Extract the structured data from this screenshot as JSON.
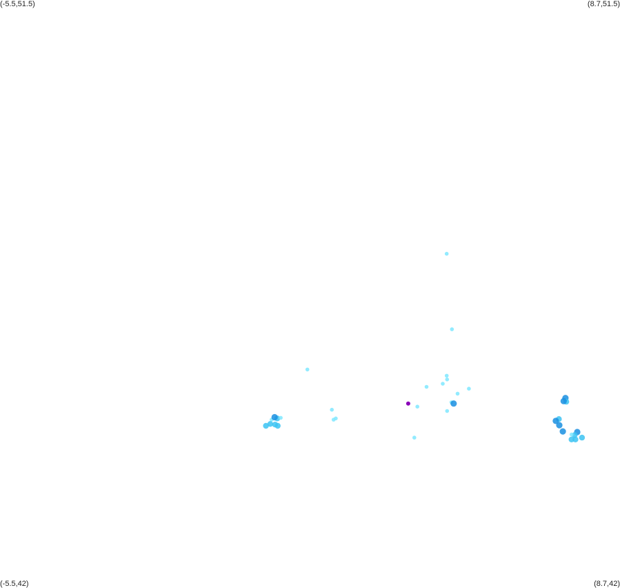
{
  "corners": {
    "top_left": "(-5.5,51.5)",
    "top_right": "(8.7,51.5)",
    "bottom_left": "(-5.5,42)",
    "bottom_right": "(8.7,42)"
  },
  "extent": {
    "lon_min": -5.5,
    "lon_max": 8.7,
    "lat_min": 42,
    "lat_max": 51.5
  },
  "colors": {
    "background": "#ffffff",
    "light": "#7fe8ff",
    "medium": "#3cc3f2",
    "dark": "#1a8fe0",
    "outlier": "#8a00b8"
  },
  "points": [
    {
      "lon": 4.73,
      "lat": 47.4,
      "tone": "light"
    },
    {
      "lon": 4.85,
      "lat": 46.18,
      "tone": "light"
    },
    {
      "lon": 1.54,
      "lat": 45.53,
      "tone": "light"
    },
    {
      "lon": 4.73,
      "lat": 45.43,
      "tone": "light"
    },
    {
      "lon": 4.74,
      "lat": 45.37,
      "tone": "light"
    },
    {
      "lon": 4.64,
      "lat": 45.3,
      "tone": "light"
    },
    {
      "lon": 4.27,
      "lat": 45.25,
      "tone": "light"
    },
    {
      "lon": 5.24,
      "lat": 45.22,
      "tone": "light"
    },
    {
      "lon": 4.98,
      "lat": 45.14,
      "tone": "light"
    },
    {
      "lon": 4.84,
      "lat": 45.0,
      "tone": "light"
    },
    {
      "lon": 4.89,
      "lat": 44.98,
      "tone": "dark"
    },
    {
      "lon": 3.85,
      "lat": 44.98,
      "tone": "outlier"
    },
    {
      "lon": 4.06,
      "lat": 44.93,
      "tone": "light"
    },
    {
      "lon": 2.1,
      "lat": 44.88,
      "tone": "light"
    },
    {
      "lon": 4.74,
      "lat": 44.86,
      "tone": "light"
    },
    {
      "lon": 2.19,
      "lat": 44.74,
      "tone": "light"
    },
    {
      "lon": 2.14,
      "lat": 44.72,
      "tone": "light"
    },
    {
      "lon": 3.99,
      "lat": 44.43,
      "tone": "light"
    },
    {
      "lon": 0.85,
      "lat": 44.74,
      "tone": "medium"
    },
    {
      "lon": 0.93,
      "lat": 44.75,
      "tone": "light"
    },
    {
      "lon": 0.72,
      "lat": 44.72,
      "tone": "light"
    },
    {
      "lon": 0.79,
      "lat": 44.76,
      "tone": "dark"
    },
    {
      "lon": 0.8,
      "lat": 44.64,
      "tone": "medium"
    },
    {
      "lon": 0.86,
      "lat": 44.62,
      "tone": "medium"
    },
    {
      "lon": 0.69,
      "lat": 44.65,
      "tone": "medium"
    },
    {
      "lon": 0.59,
      "lat": 44.62,
      "tone": "medium"
    },
    {
      "lon": 7.45,
      "lat": 45.07,
      "tone": "dark"
    },
    {
      "lon": 7.47,
      "lat": 45.01,
      "tone": "medium"
    },
    {
      "lon": 7.41,
      "lat": 45.02,
      "tone": "dark"
    },
    {
      "lon": 7.3,
      "lat": 44.73,
      "tone": "medium"
    },
    {
      "lon": 7.23,
      "lat": 44.7,
      "tone": "dark"
    },
    {
      "lon": 7.31,
      "lat": 44.63,
      "tone": "dark"
    },
    {
      "lon": 7.39,
      "lat": 44.53,
      "tone": "dark"
    },
    {
      "lon": 7.72,
      "lat": 44.52,
      "tone": "dark"
    },
    {
      "lon": 7.66,
      "lat": 44.47,
      "tone": "medium"
    },
    {
      "lon": 7.59,
      "lat": 44.48,
      "tone": "light"
    },
    {
      "lon": 7.59,
      "lat": 44.4,
      "tone": "medium"
    },
    {
      "lon": 7.68,
      "lat": 44.4,
      "tone": "medium"
    },
    {
      "lon": 7.83,
      "lat": 44.43,
      "tone": "medium"
    }
  ]
}
